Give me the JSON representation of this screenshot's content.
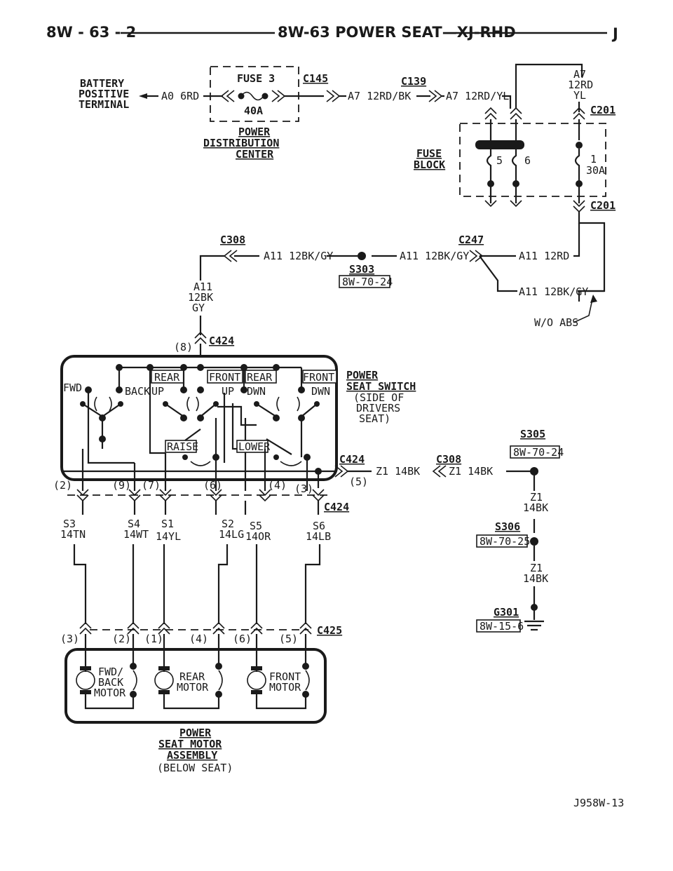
{
  "header": {
    "page_number": "8W - 63 - 2",
    "title": "8W-63 POWER SEAT—XJ-RHD",
    "section_letter": "J"
  },
  "battery": {
    "line1": "BATTERY",
    "line2": "POSITIVE",
    "line3": "TERMINAL"
  },
  "pdc": {
    "fuse_label": "FUSE 3",
    "fuse_rating": "40A",
    "connector": "C145",
    "name_line1": "POWER",
    "name_line2": "DISTRIBUTION",
    "name_line3": "CENTER"
  },
  "wires": {
    "a0": "A0 6RD",
    "a7_bk": "A7 12RD/BK",
    "a7_yl": "A7 12RD/YL",
    "a7_l1": "A7",
    "a7_l2": "12RD",
    "a7_l3": "YL",
    "a11_gy_1": "A11 12BK/GY",
    "a11_gy_2": "A11 12BK/GY",
    "a11_rd": "A11 12RD",
    "a11_gy_3": "A11 12BK/GY",
    "wo_abs": "W/O ABS",
    "a11_v1": "A11",
    "a11_v2": "12BK",
    "a11_v3": "GY",
    "z1_1": "Z1 14BK",
    "z1_2": "Z1 14BK",
    "z1_v1a": "Z1",
    "z1_v1b": "14BK",
    "z1_v2a": "Z1",
    "z1_v2b": "14BK",
    "s3": [
      "S3",
      "14TN"
    ],
    "s4": [
      "S4",
      "14WT"
    ],
    "s1": [
      "S1",
      "14YL"
    ],
    "s2": [
      "S2",
      "14LG"
    ],
    "s5": [
      "S5",
      "14OR"
    ],
    "s6": [
      "S6",
      "14LB"
    ]
  },
  "connectors": {
    "c139": "C139",
    "c201_top": "C201",
    "c201_bot": "C201",
    "c308_top": "C308",
    "c247": "C247",
    "c424_top": "C424",
    "c424_mid": "C424",
    "c424_bot": "C424",
    "c308_mid": "C308",
    "c425": "C425"
  },
  "splices": {
    "s303": "S303",
    "s303_ref": "8W-70-24",
    "s305": "S305",
    "s305_ref": "8W-70-24",
    "s306": "S306",
    "s306_ref": "8W-70-25",
    "g301": "G301",
    "g301_ref": "8W-15-6"
  },
  "fuse_block": {
    "line1": "FUSE",
    "line2": "BLOCK",
    "fuse_5": "5",
    "fuse_6": "6",
    "fuse_1": "1",
    "fuse_1_rating": "30A"
  },
  "pins": {
    "p8": "(8)",
    "p2": "(2)",
    "p9": "(9)",
    "p7": "(7)",
    "p6": "(6)",
    "p4": "(4)",
    "p3": "(3)",
    "p5": "(5)",
    "m3": "(3)",
    "m2": "(2)",
    "m1": "(1)",
    "m4": "(4)",
    "m6": "(6)",
    "m5": "(5)"
  },
  "switch": {
    "fwd": "FWD",
    "back": "BACK",
    "rear_up_1": "REAR",
    "rear_up_2": "UP",
    "front_up_1": "FRONT",
    "front_up_2": "UP",
    "rear_dwn_1": "REAR",
    "rear_dwn_2": "DWN",
    "front_dwn_1": "FRONT",
    "front_dwn_2": "DWN",
    "raise": "RAISE",
    "lower": "LOWER",
    "name_line1": "POWER",
    "name_line2": "SEAT SWITCH",
    "note_line1": "(SIDE OF",
    "note_line2": "DRIVERS",
    "note_line3": "SEAT)"
  },
  "motors": {
    "m1_line1": "FWD/",
    "m1_line2": "BACK",
    "m1_line3": "MOTOR",
    "m2_line1": "REAR",
    "m2_line2": "MOTOR",
    "m3_line1": "FRONT",
    "m3_line2": "MOTOR",
    "name_line1": "POWER",
    "name_line2": "SEAT MOTOR",
    "name_line3": "ASSEMBLY",
    "note": "(BELOW SEAT)"
  },
  "figure_id": "J958W-13"
}
